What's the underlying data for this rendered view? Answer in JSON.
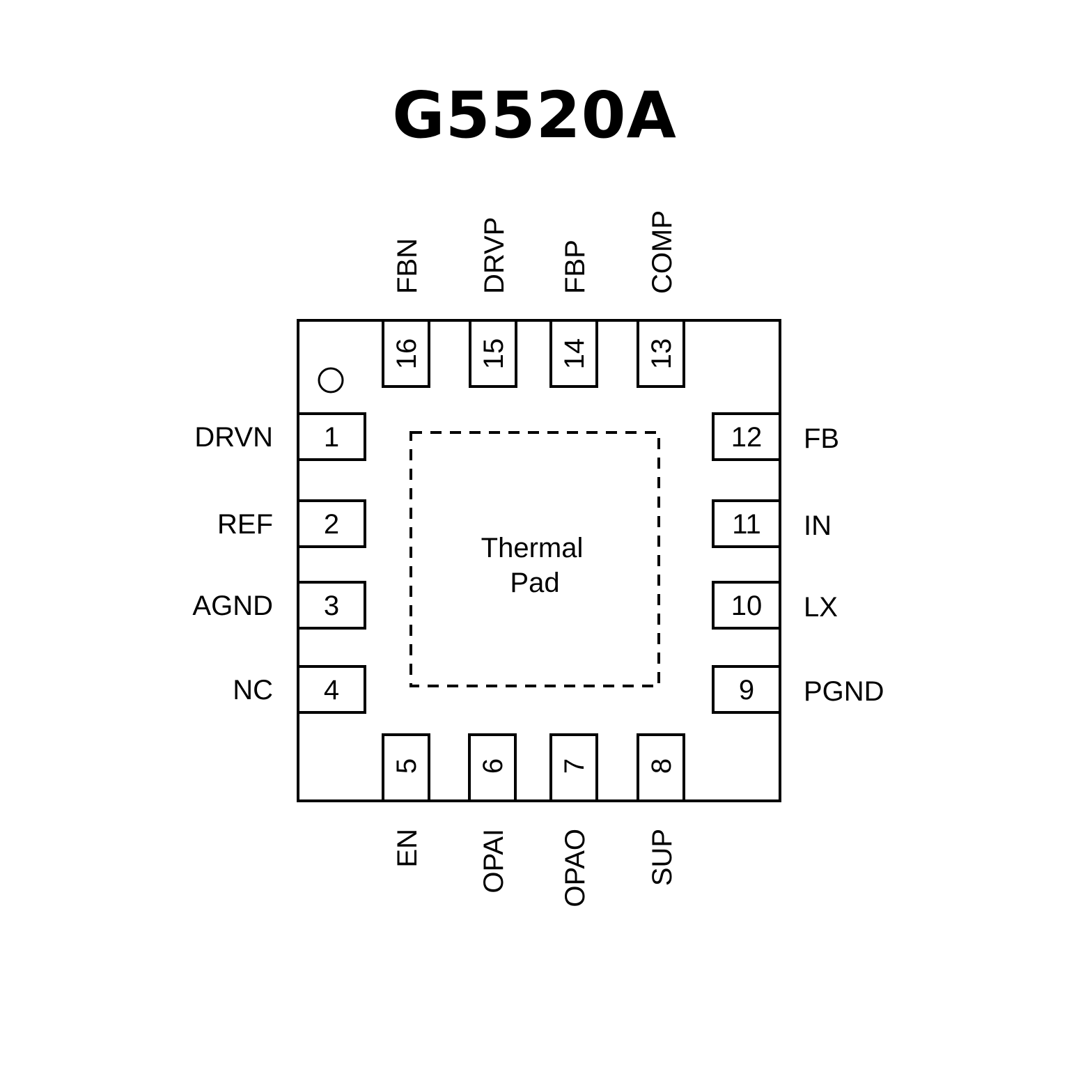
{
  "title": "G5520A",
  "package": {
    "pin1_marker": "circle",
    "thermal_pad": {
      "line1": "Thermal",
      "line2": "Pad"
    }
  },
  "pins": {
    "left": [
      {
        "num": "1",
        "name": "DRVN"
      },
      {
        "num": "2",
        "name": "REF"
      },
      {
        "num": "3",
        "name": "AGND"
      },
      {
        "num": "4",
        "name": "NC"
      }
    ],
    "bottom": [
      {
        "num": "5",
        "name": "EN"
      },
      {
        "num": "6",
        "name": "OPAI"
      },
      {
        "num": "7",
        "name": "OPAO"
      },
      {
        "num": "8",
        "name": "SUP"
      }
    ],
    "right": [
      {
        "num": "9",
        "name": "PGND"
      },
      {
        "num": "10",
        "name": "LX"
      },
      {
        "num": "11",
        "name": "IN"
      },
      {
        "num": "12",
        "name": "FB"
      }
    ],
    "top": [
      {
        "num": "13",
        "name": "COMP"
      },
      {
        "num": "14",
        "name": "FBP"
      },
      {
        "num": "15",
        "name": "DRVP"
      },
      {
        "num": "16",
        "name": "FBN"
      }
    ]
  }
}
